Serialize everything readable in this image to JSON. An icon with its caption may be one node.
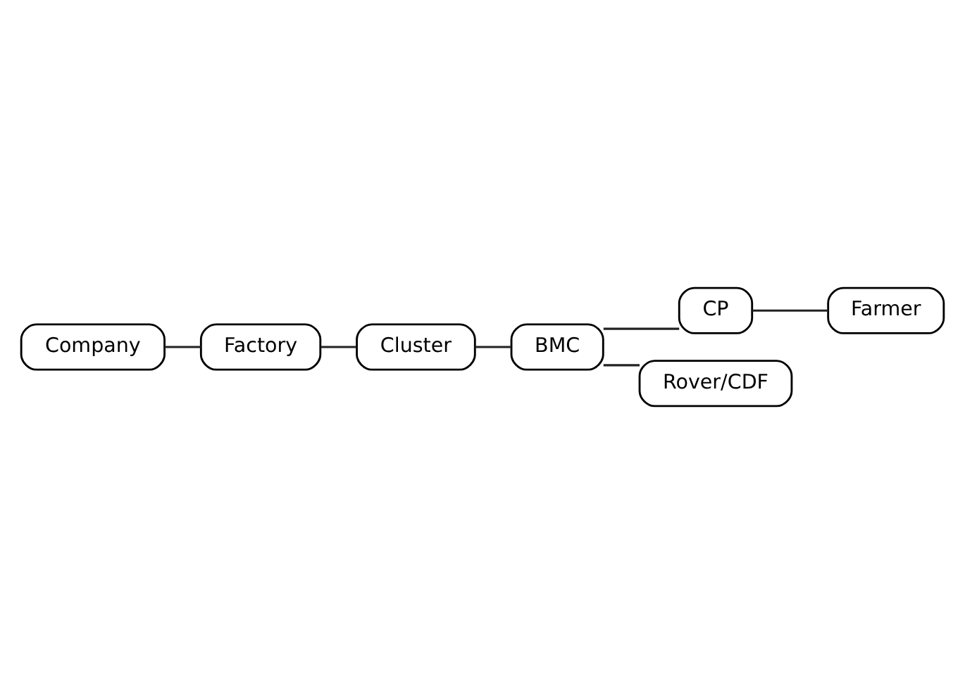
{
  "diagram": {
    "nodes": [
      {
        "text": [
          "Company"
        ]
      },
      {
        "text": [
          "Factory"
        ]
      },
      {
        "text": [
          "Cluster"
        ]
      },
      {
        "text": [
          "BMC"
        ]
      },
      {
        "text": [
          "CP"
        ]
      },
      {
        "text": [
          "Farmer"
        ]
      },
      {
        "text": [
          "Rover/CDF"
        ]
      }
    ],
    "edges": [
      {
        "from": 0,
        "to": 1,
        "arrow": "none"
      },
      {
        "from": 1,
        "to": 2,
        "arrow": "none"
      },
      {
        "from": 2,
        "to": 3,
        "arrow": "none"
      },
      {
        "from": 3,
        "to": 4,
        "arrow": "none"
      },
      {
        "from": 4,
        "to": 5,
        "arrow": "none"
      },
      {
        "from": 3,
        "to": 6,
        "arrow": "none"
      }
    ]
  }
}
